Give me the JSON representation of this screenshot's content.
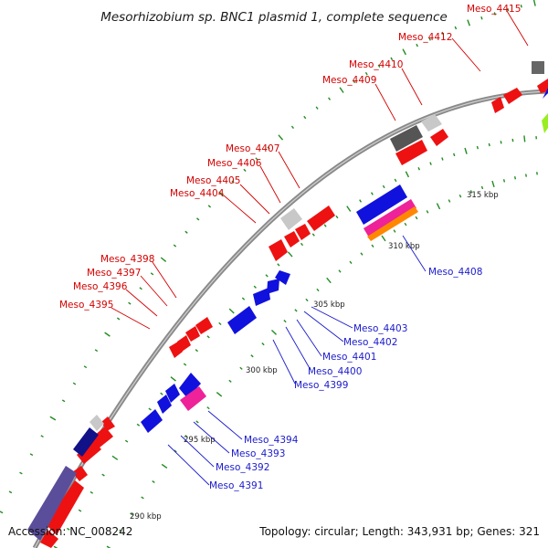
{
  "title": "Mesorhizobium sp. BNC1 plasmid 1, complete sequence",
  "accession": "Accession: NC_008242",
  "topology": "Topology: circular; Length: 343,931 bp; Genes: 321",
  "colors": {
    "backbone": "#8a8a8a",
    "forward_label": "#d40000",
    "reverse_label": "#1a1acc",
    "red": "#ee1111",
    "blue": "#1111dd",
    "gray": "#888888",
    "darkgray": "#555555",
    "lightgray": "#c8c8c8",
    "navy": "#111188",
    "slate": "#5a4e9a",
    "magenta": "#ee2299",
    "orange": "#ff8800",
    "lime": "#99ee22",
    "tick_green": "#228b22"
  },
  "kbp_ticks": [
    "290 kbp",
    "295 kbp",
    "300 kbp",
    "305 kbp",
    "310 kbp",
    "315 kbp"
  ],
  "forward_gene_labels": [
    "Meso_4415",
    "Meso_4412",
    "Meso_4410",
    "Meso_4409",
    "Meso_4407",
    "Meso_4406",
    "Meso_4405",
    "Meso_4404",
    "Meso_4398",
    "Meso_4397",
    "Meso_4396",
    "Meso_4395"
  ],
  "reverse_gene_labels": [
    "Meso_4408",
    "Meso_4403",
    "Meso_4402",
    "Meso_4401",
    "Meso_4400",
    "Meso_4399",
    "Meso_4394",
    "Meso_4393",
    "Meso_4392",
    "Meso_4391"
  ]
}
